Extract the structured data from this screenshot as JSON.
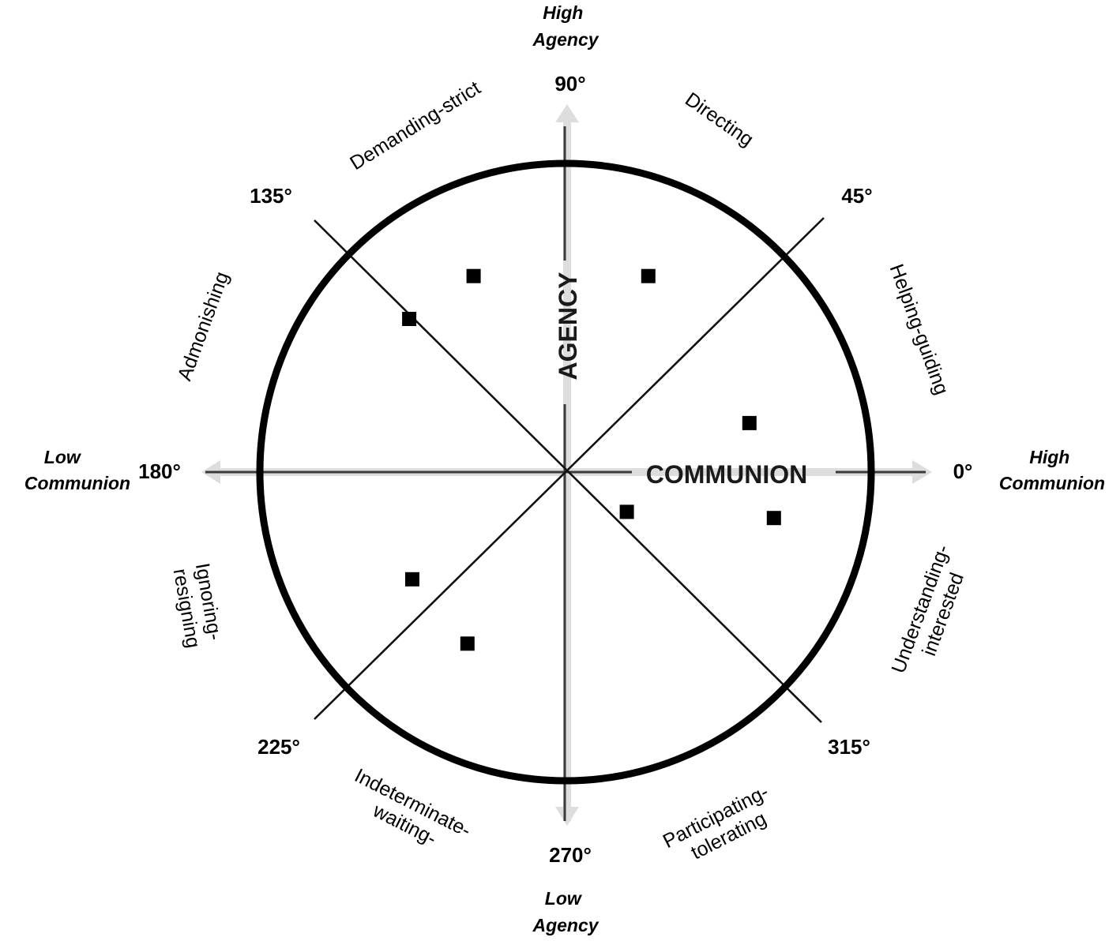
{
  "pole_labels": {
    "high_agency": [
      "High",
      "Agency"
    ],
    "low_agency": [
      "Low",
      "Agency"
    ],
    "low_communion": [
      "Low",
      "Communion"
    ],
    "high_communion": [
      "High",
      "Communion"
    ]
  },
  "degree_labels": {
    "d0": "0°",
    "d45": "45°",
    "d90": "90°",
    "d135": "135°",
    "d180": "180°",
    "d225": "225°",
    "d270": "270°",
    "d315": "315°"
  },
  "axis_words": {
    "agency": "AGENCY",
    "communion": "COMMUNION"
  },
  "octant_labels": {
    "directing": "Directing",
    "helping_guiding": "Helping-guiding",
    "understanding_interested": [
      "Understanding-",
      "interested"
    ],
    "participating_tolerating": [
      "Participating-",
      "tolerating"
    ],
    "indeterminate_waiting": [
      "Indeterminate-",
      "waiting-"
    ],
    "ignoring_resigning": [
      "Ignoring-",
      "resigning"
    ],
    "admonishing": "Admonishing",
    "demanding_strict": "Demanding-strict"
  },
  "data_points": [
    {
      "communion": 0.27,
      "agency": 0.64
    },
    {
      "communion": -0.3,
      "agency": 0.64
    },
    {
      "communion": -0.51,
      "agency": 0.5
    },
    {
      "communion": 0.6,
      "agency": 0.16
    },
    {
      "communion": 0.68,
      "agency": -0.15
    },
    {
      "communion": 0.2,
      "agency": -0.13
    },
    {
      "communion": -0.5,
      "agency": -0.35
    },
    {
      "communion": -0.32,
      "agency": -0.56
    }
  ],
  "colors": {
    "circle": "#000000",
    "octant_lines": "#111111",
    "axis_arrows": "#dddddd",
    "axis_lines": "#3a3a3a",
    "points": "#000000"
  }
}
